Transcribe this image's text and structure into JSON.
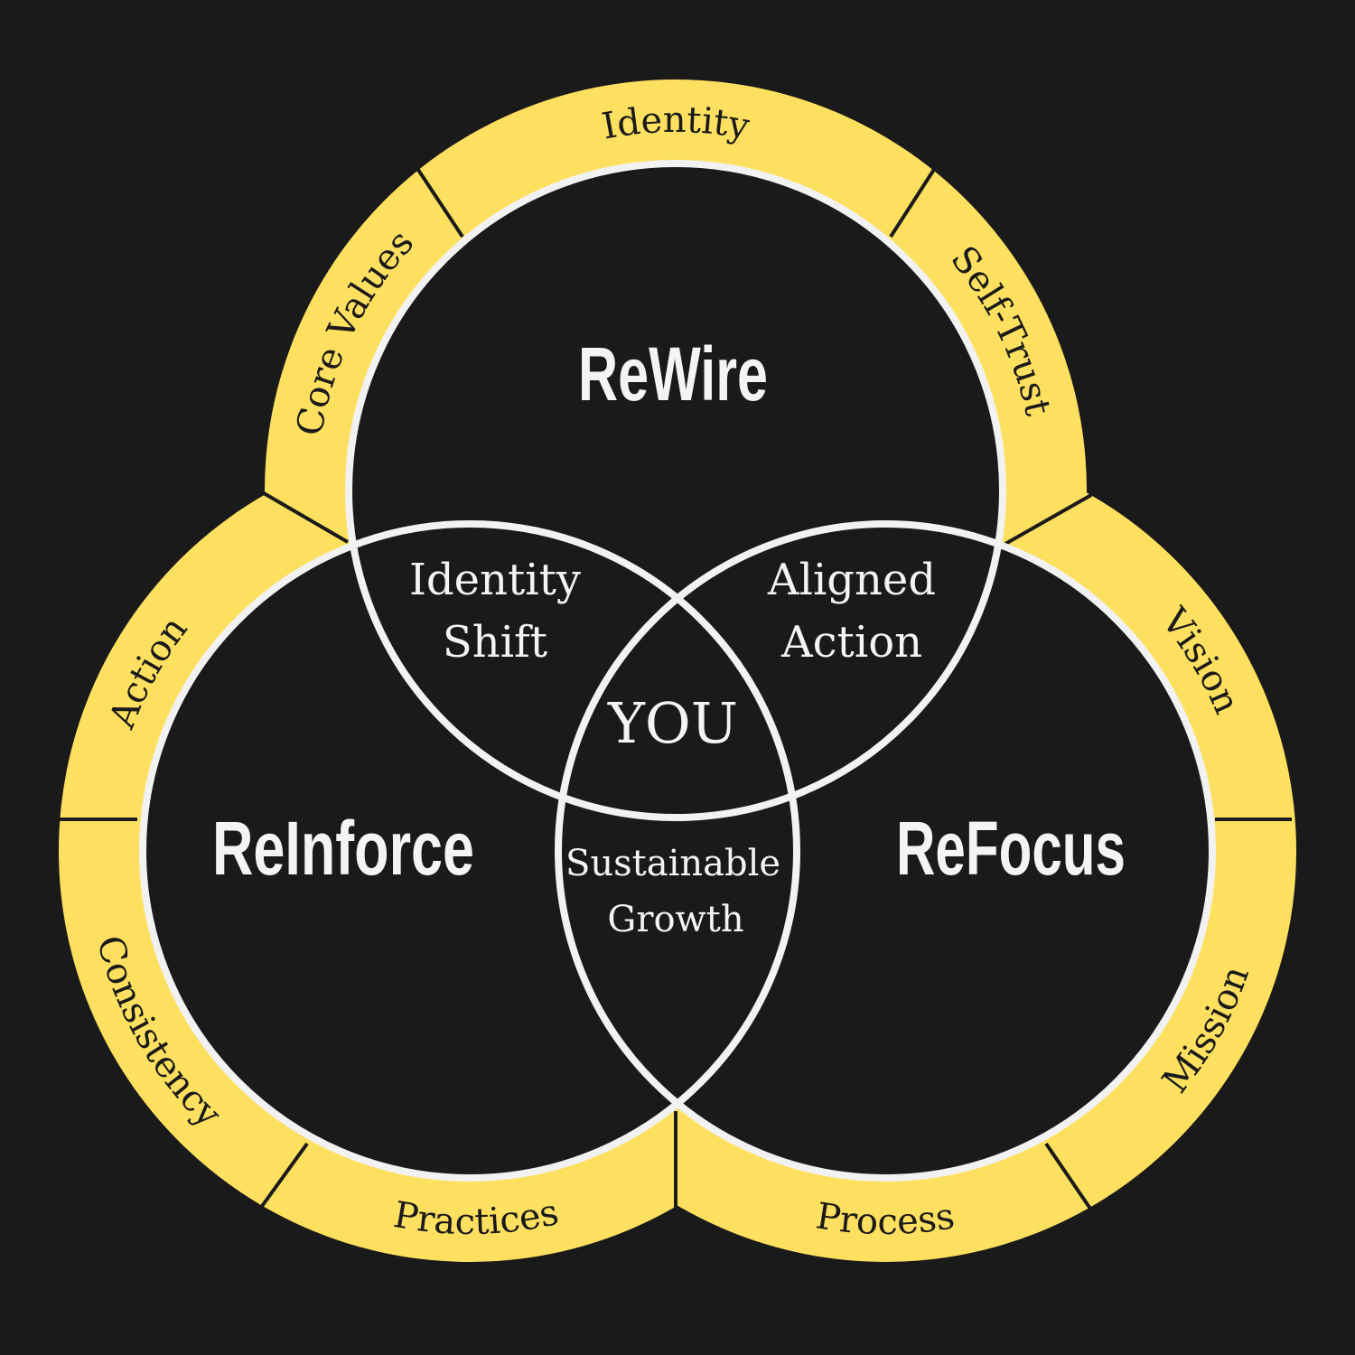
{
  "colors": {
    "background": "#1a1a1a",
    "ring": "#fee060",
    "outline": "#f2f2f2",
    "divider": "#1a1a1a"
  },
  "circles": {
    "top": {
      "title": "ReWire",
      "labels": [
        "Core Values",
        "Identity",
        "Self-Trust"
      ]
    },
    "left": {
      "title": "ReInforce",
      "labels": [
        "Action",
        "Consistency",
        "Practices"
      ]
    },
    "right": {
      "title": "ReFocus",
      "labels": [
        "Vision",
        "Mission",
        "Process"
      ]
    }
  },
  "overlaps": {
    "top_left": [
      "Identity",
      "Shift"
    ],
    "top_right": [
      "Aligned",
      "Action"
    ],
    "left_right": [
      "Sustainable",
      "Growth"
    ],
    "center": "YOU"
  }
}
